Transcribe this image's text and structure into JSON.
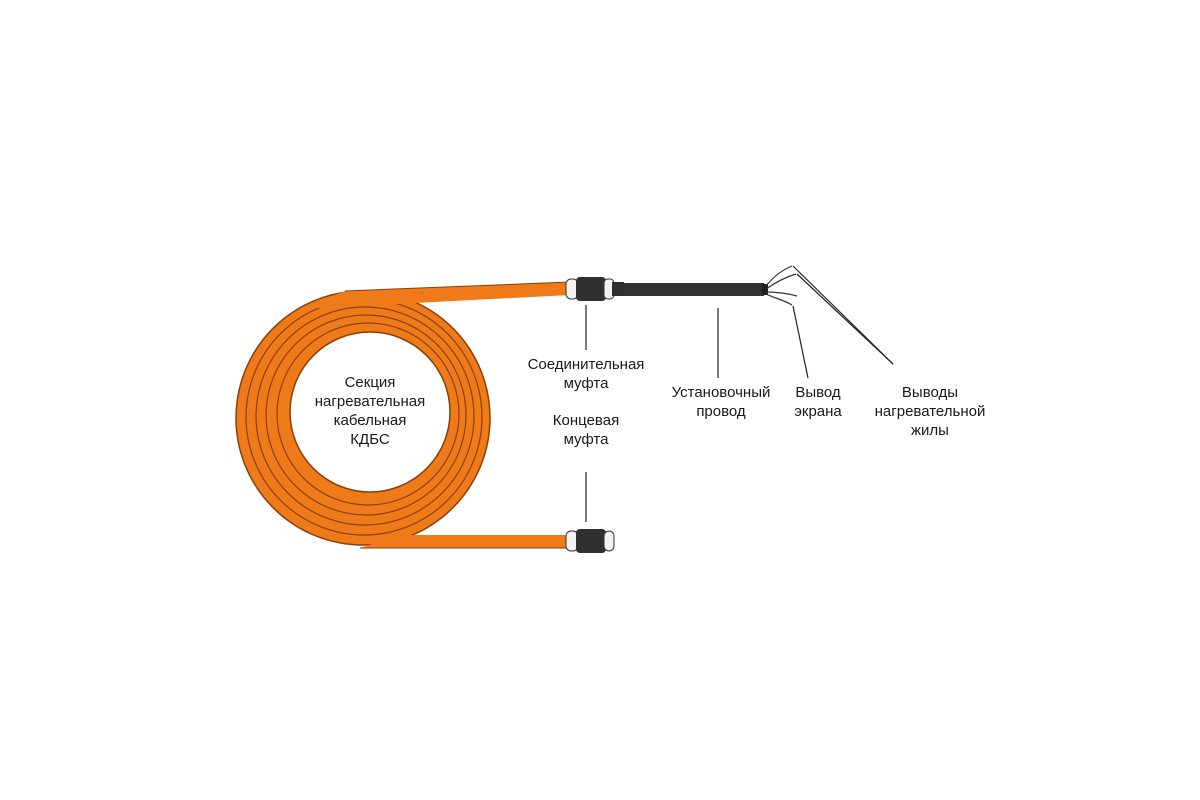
{
  "diagram": {
    "colors": {
      "cable_fill": "#ef7a1a",
      "cable_edge": "#8a3f08",
      "sleeve_dark": "#2f2f2f",
      "sleeve_light": "#f2f2f2",
      "lead_wire": "#333333",
      "callout_line": "#222222",
      "text": "#1a1a1a",
      "background": "#ffffff"
    },
    "icons": {
      "coil": "coiled-heating-cable",
      "connector": "connecting-sleeve",
      "end_cap": "end-sleeve",
      "lead": "installation-lead-wire"
    },
    "labels": {
      "section": [
        "Секция",
        "нагревательная",
        "кабельная",
        "КДБС"
      ],
      "connecting_sleeve": [
        "Соединительная",
        "муфта"
      ],
      "end_sleeve": [
        "Концевая",
        "муфта"
      ],
      "lead_wire": [
        "Установочный",
        "провод"
      ],
      "shield_output": [
        "Вывод",
        "экрана"
      ],
      "core_outputs": [
        "Выводы",
        "нагревательной",
        "жилы"
      ]
    }
  }
}
